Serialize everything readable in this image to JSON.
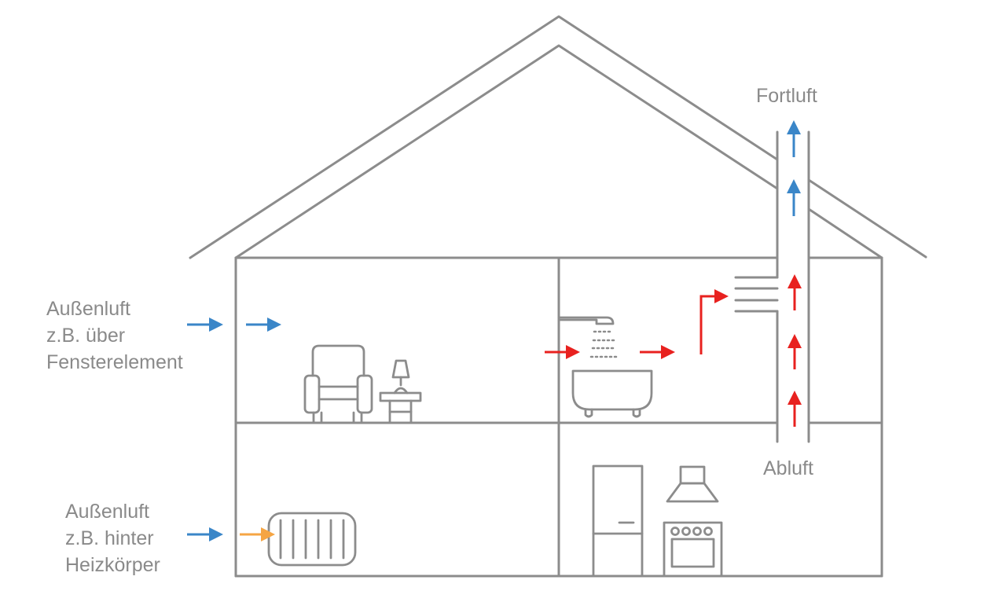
{
  "colors": {
    "structure": "#8c8c8c",
    "outside_air_arrow": "#3a86c8",
    "warm_air_arrow": "#f5a544",
    "exhaust_arrow": "#e8211f",
    "label_text": "#8a8a8a"
  },
  "labels": {
    "outside_air_window": [
      "Außenluft",
      "z.B. über",
      "Fensterelement"
    ],
    "outside_air_radiator": [
      "Außenluft",
      "z.B. hinter",
      "Heizkörper"
    ],
    "exhaust_out": "Fortluft",
    "extract_air": "Abluft"
  },
  "rooms": [
    {
      "name": "living-room",
      "items": [
        "armchair",
        "side-table-lamp"
      ]
    },
    {
      "name": "bathroom",
      "items": [
        "shower",
        "bathtub",
        "exhaust-vent"
      ]
    },
    {
      "name": "ground-floor-left",
      "items": [
        "radiator"
      ]
    },
    {
      "name": "kitchen",
      "items": [
        "fridge",
        "range-hood",
        "stove"
      ]
    }
  ]
}
